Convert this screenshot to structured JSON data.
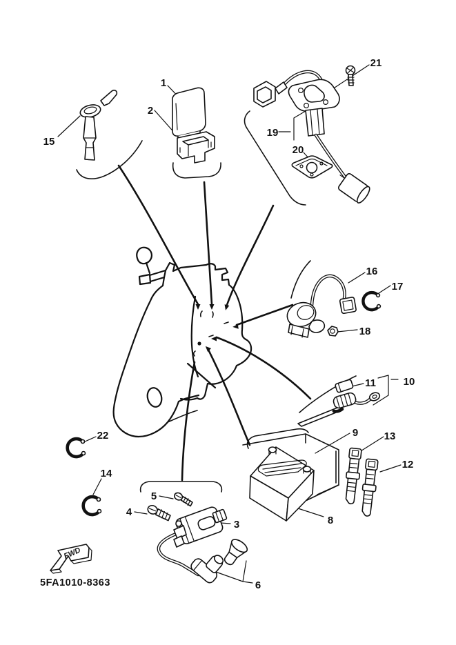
{
  "diagram": {
    "title_code": "5FA1010-8363",
    "fwd_label": "FWD",
    "colors": {
      "background": "#ffffff",
      "line": "#111111"
    },
    "callouts": [
      {
        "num": "1"
      },
      {
        "num": "2"
      },
      {
        "num": "3"
      },
      {
        "num": "4"
      },
      {
        "num": "5"
      },
      {
        "num": "6"
      },
      {
        "num": "8"
      },
      {
        "num": "9"
      },
      {
        "num": "10"
      },
      {
        "num": "11"
      },
      {
        "num": "12"
      },
      {
        "num": "13"
      },
      {
        "num": "14"
      },
      {
        "num": "15"
      },
      {
        "num": "16"
      },
      {
        "num": "17"
      },
      {
        "num": "18"
      },
      {
        "num": "19"
      },
      {
        "num": "20"
      },
      {
        "num": "21"
      },
      {
        "num": "22"
      }
    ]
  }
}
